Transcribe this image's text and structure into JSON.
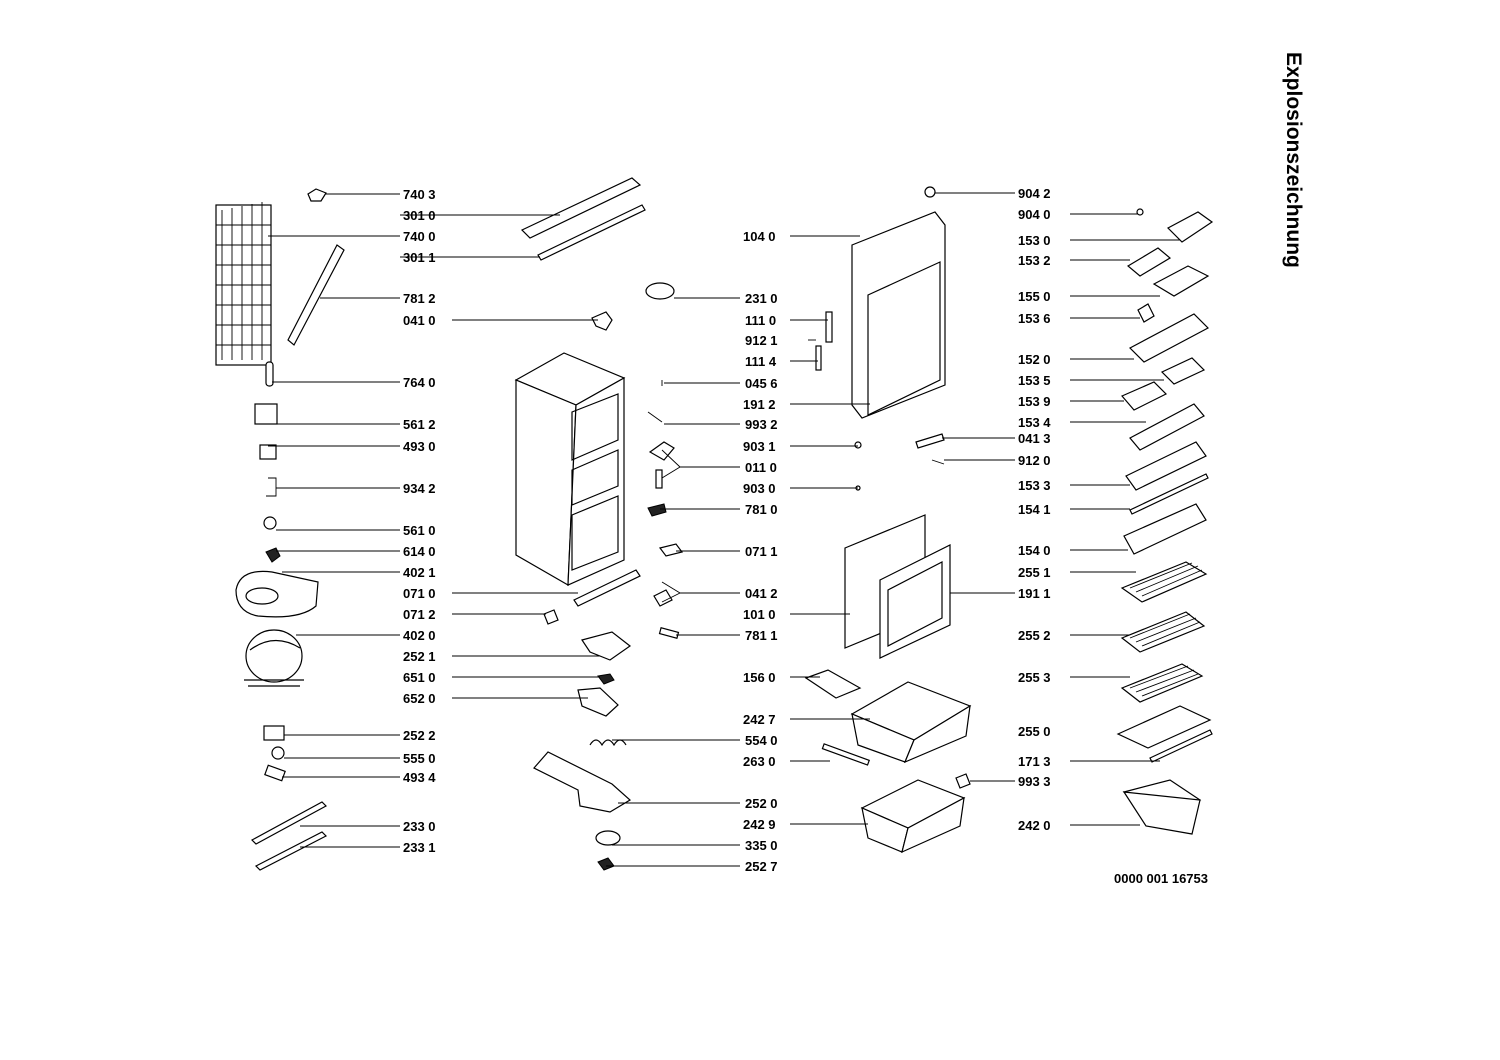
{
  "title": "Explosionszeichnung",
  "document_number": "0000 001 16753",
  "callouts": {
    "left": [
      "740 3",
      "301 0",
      "740 0",
      "301 1",
      "781 2",
      "041 0",
      "764 0",
      "561 2",
      "493 0",
      "934 2",
      "561 0",
      "614 0",
      "402 1",
      "071 0",
      "071 2",
      "402 0",
      "252 1",
      "651 0",
      "652 0",
      "252 2",
      "555 0",
      "493 4",
      "233 0",
      "233 1"
    ],
    "middle": [
      "104 0",
      "231 0",
      "111 0",
      "912 1",
      "111 4",
      "045 6",
      "191 2",
      "993 2",
      "903 1",
      "011 0",
      "903 0",
      "781 0",
      "071 1",
      "041 2",
      "101 0",
      "781 1",
      "156 0",
      "242 7",
      "554 0",
      "263 0",
      "252 0",
      "242 9",
      "335 0",
      "252 7"
    ],
    "right_inner": [
      "904 2",
      "904 0",
      "041 3",
      "912 0",
      "191 1",
      "993 3"
    ],
    "right": [
      "153 0",
      "153 2",
      "155 0",
      "153 6",
      "152 0",
      "153 5",
      "153 9",
      "153 4",
      "153 3",
      "154 1",
      "154 0",
      "255 1",
      "255 2",
      "255 3",
      "255 0",
      "171 3",
      "242 0"
    ]
  }
}
